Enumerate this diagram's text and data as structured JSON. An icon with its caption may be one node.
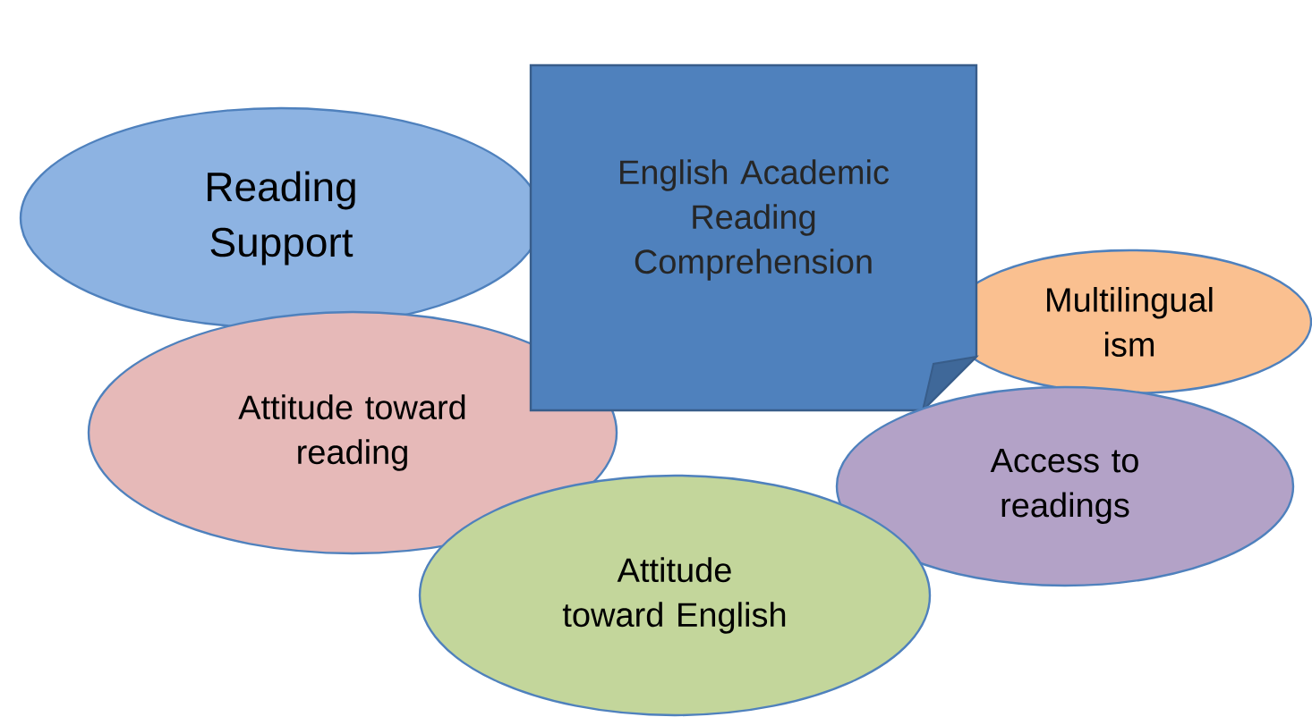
{
  "diagram": {
    "nodes": [
      {
        "text": [
          "Reading Support"
        ]
      },
      {
        "text": [
          "English Academic Reading Comprehension"
        ]
      },
      {
        "text": [
          "Multilingual ism"
        ]
      },
      {
        "text": [
          "Attitude toward reading"
        ]
      },
      {
        "text": [
          "Access to readings"
        ]
      },
      {
        "text": [
          "Attitude toward English"
        ]
      }
    ]
  }
}
